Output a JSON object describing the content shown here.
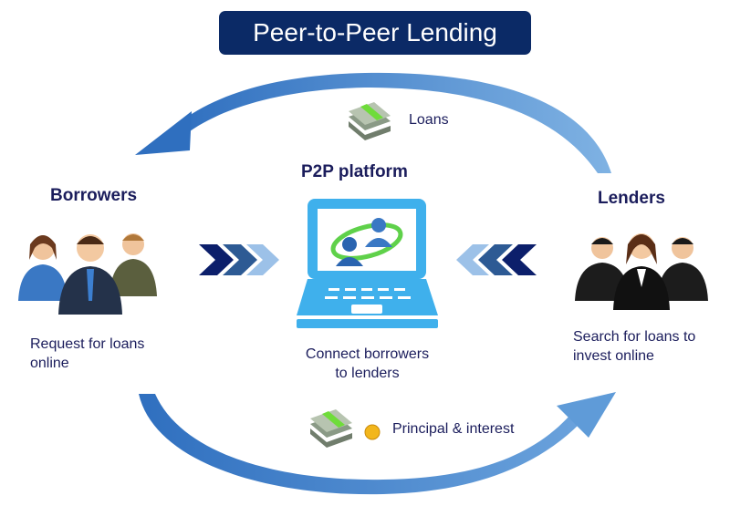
{
  "title": "Peer-to-Peer Lending",
  "flows": {
    "top": {
      "label": "Loans",
      "icon": "money-stack-icon"
    },
    "bottom": {
      "label": "Principal & interest",
      "icon": "money-stack-coin-icon"
    }
  },
  "platform": {
    "heading": "P2P platform",
    "line1": "Connect borrowers",
    "line2": "to lenders"
  },
  "borrowers": {
    "heading": "Borrowers",
    "line1": "Request for loans",
    "line2": "online"
  },
  "lenders": {
    "heading": "Lenders",
    "line1": "Search for loans to",
    "line2": "invest online"
  },
  "colors": {
    "navy": "#0b2a66",
    "text": "#1b1d5c",
    "arc": "#3f7fc8",
    "laptop": "#3fb0ec"
  }
}
